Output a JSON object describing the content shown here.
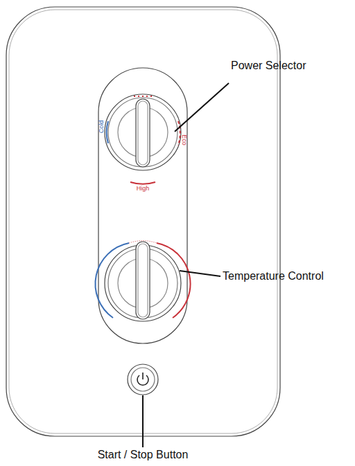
{
  "diagram": {
    "labels": [
      "Power Selector",
      "Temperature Control",
      "Start / Stop Button",
      "Cold",
      "Eco",
      "High"
    ]
  }
}
